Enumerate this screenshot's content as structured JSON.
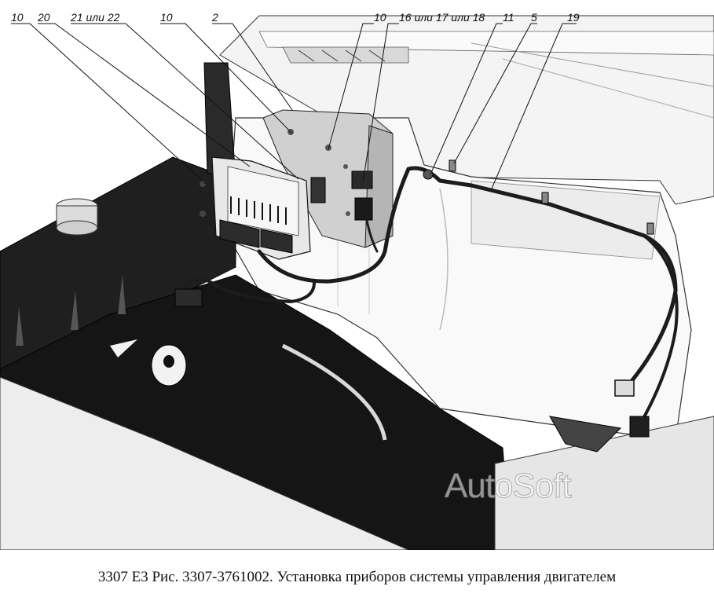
{
  "callouts": {
    "c1": "10",
    "c2": "20",
    "c3": "21 или 22",
    "c4": "10",
    "c5": "2",
    "c6": "10",
    "c7": "16 или 17 или 18",
    "c8": "11",
    "c9": "5",
    "c10": "19"
  },
  "watermark": "AutoSoft",
  "caption": "3307 E3 Рис. 3307-3761002. Установка приборов системы управления двигателем"
}
